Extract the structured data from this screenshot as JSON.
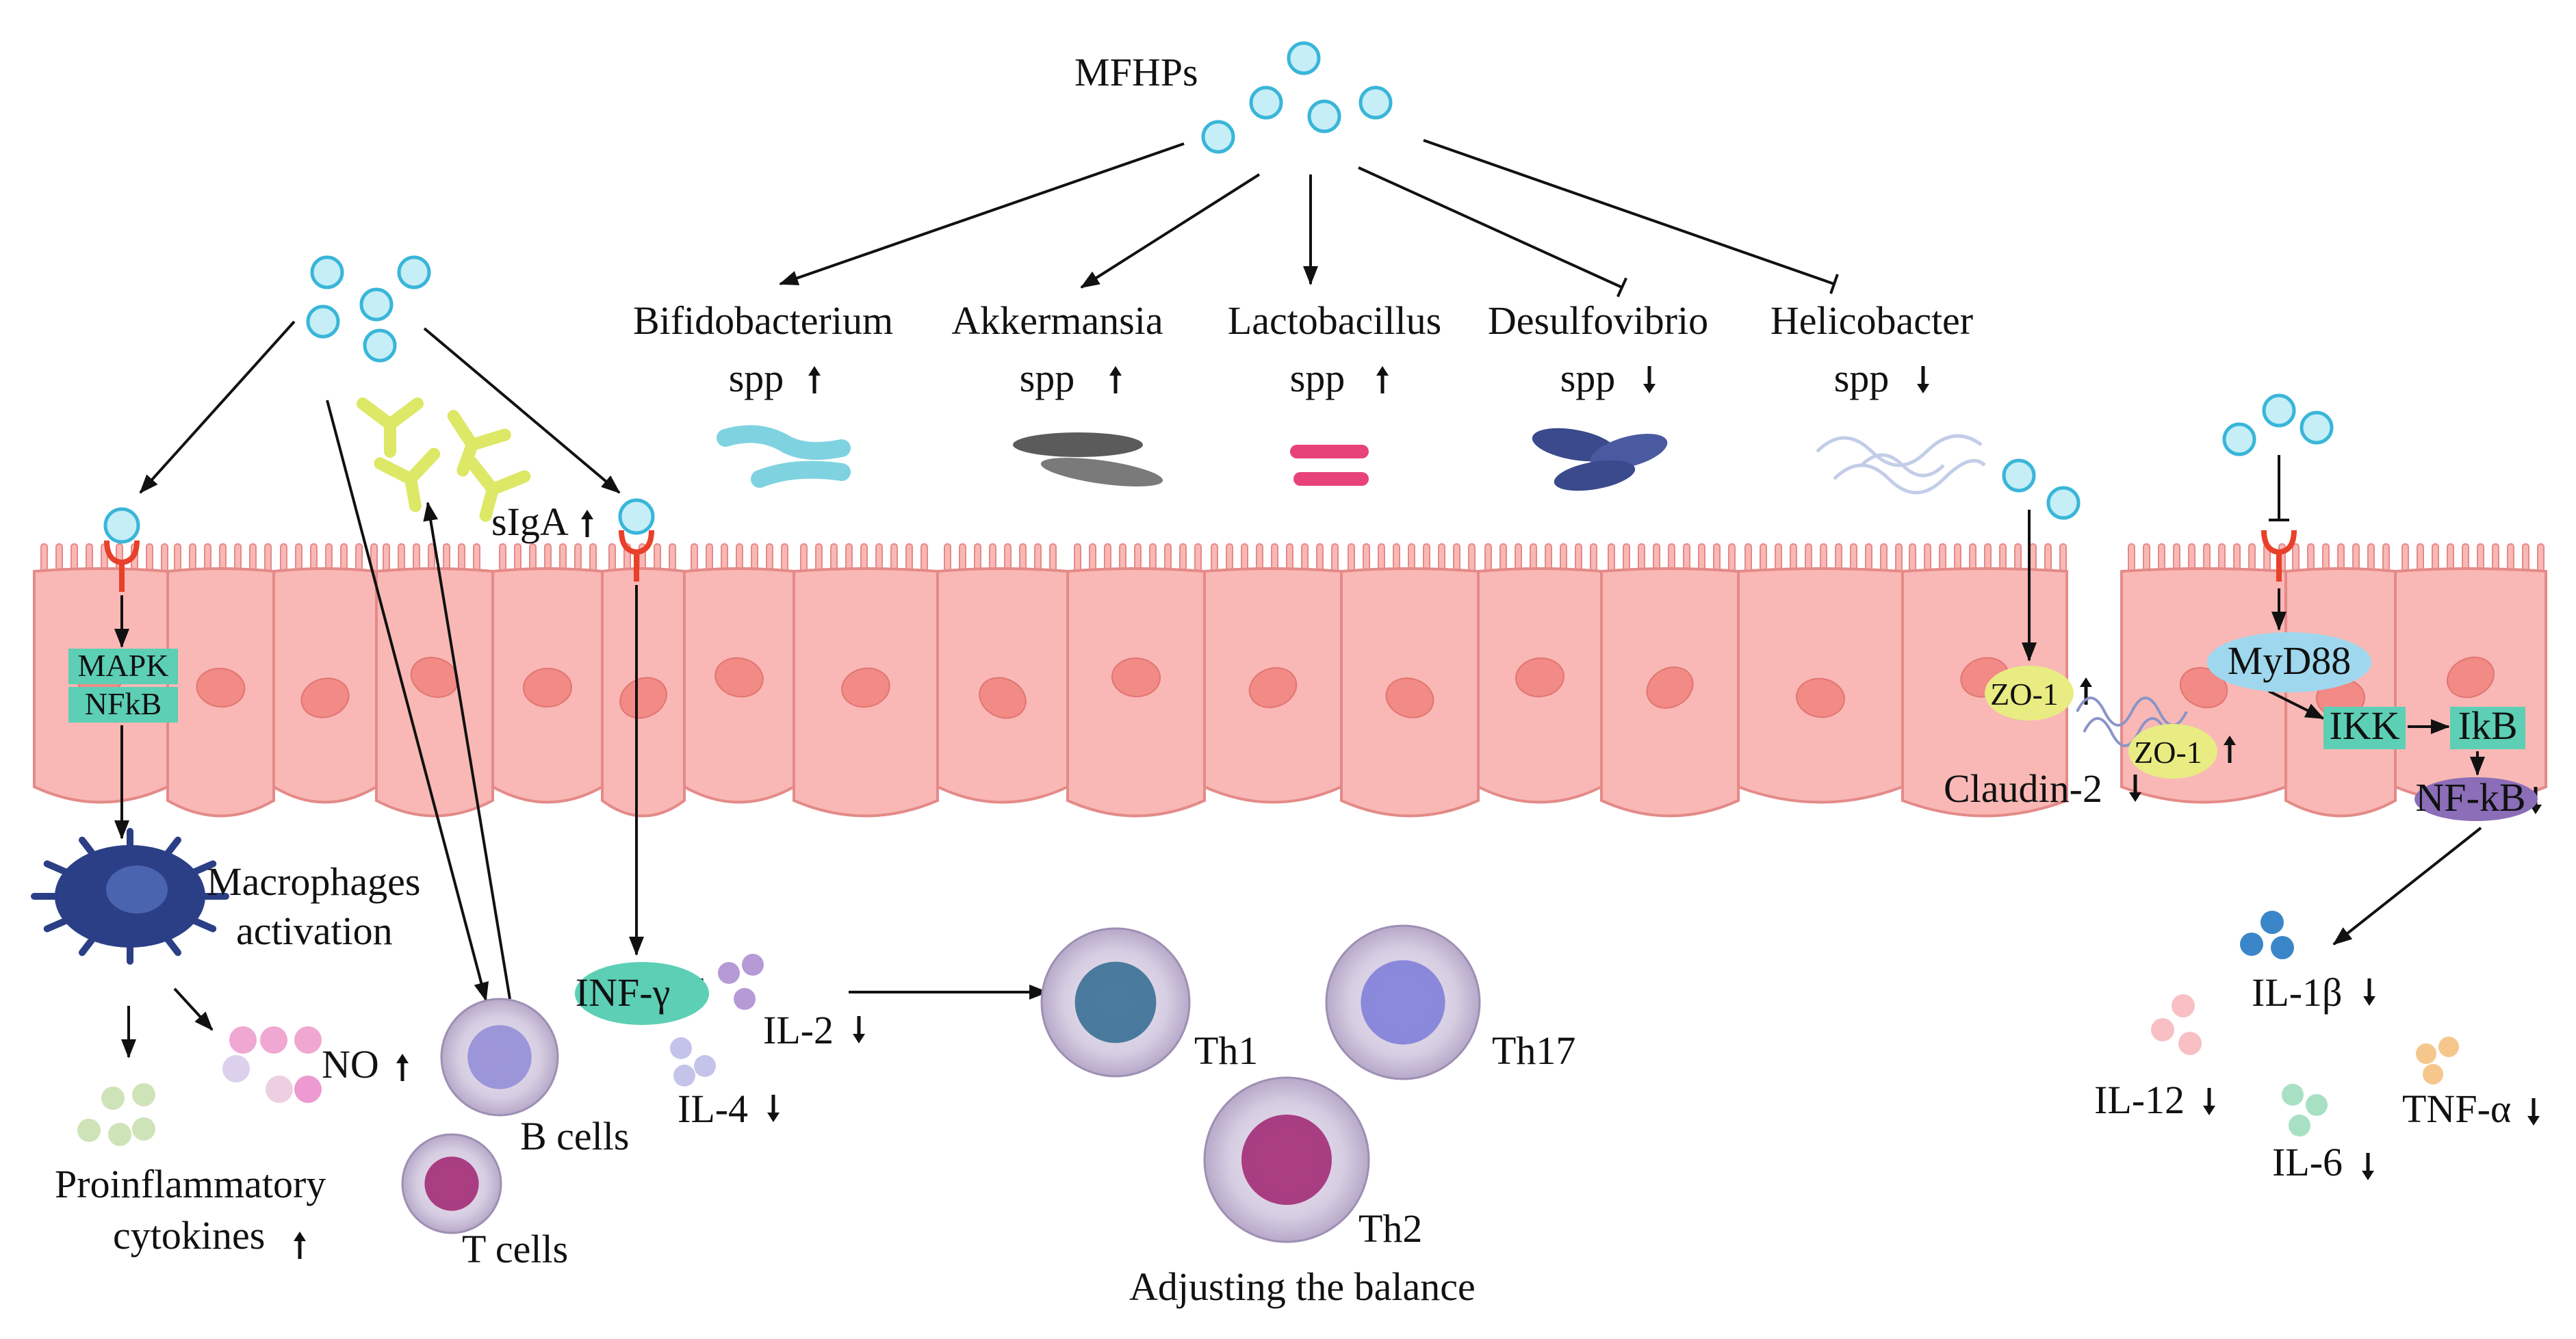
{
  "title": "MFHPs",
  "colors": {
    "cell_fill": "#f9b8b5",
    "cell_stroke": "#e48a88",
    "nucleus": "#f28a86",
    "particle_fill": "#c6eef7",
    "particle_stroke": "#39b6d9",
    "receptor": "#e8402a",
    "teal_box": "#5ccfb5",
    "ellipse_yellow": "#e8ec82",
    "ellipse_blue": "#9fd8ee",
    "nfkb_purple": "#8b6db8",
    "bifido": "#7fd3e0",
    "akk": "#6a6a6a",
    "lacto": "#e8427a",
    "desulfo": "#3a4a8c",
    "helico": "#c3cde8",
    "sIgA": "#dde867"
  },
  "bacteria": [
    {
      "name": "Bifidobacterium",
      "spp": "spp",
      "trend": "up"
    },
    {
      "name": "Akkermansia",
      "spp": "spp",
      "trend": "up"
    },
    {
      "name": "Lactobacillus",
      "spp": "spp",
      "trend": "up"
    },
    {
      "name": "Desulfovibrio",
      "spp": "spp",
      "trend": "down"
    },
    {
      "name": "Helicobacter",
      "spp": "spp",
      "trend": "down"
    }
  ],
  "left": {
    "mapk": "MAPK",
    "nfkb": "NFkB",
    "macrophage_line1": "Macrophages",
    "macrophage_line2": "activation",
    "no": "NO",
    "cytokines_line1": "Proinflammatory",
    "cytokines_line2": "cytokines",
    "b_cells": "B cells",
    "t_cells": "T cells",
    "siga": "sIgA"
  },
  "middle": {
    "infg": "INF-γ",
    "il2": "IL-2",
    "il4": "IL-4",
    "th1": "Th1",
    "th17": "Th17",
    "th2": "Th2",
    "balance": "Adjusting the balance"
  },
  "right": {
    "zo1_a": "ZO-1",
    "zo1_b": "ZO-1",
    "claudin": "Claudin-2",
    "myd88": "MyD88",
    "ikk": "IKK",
    "ikb": "IkB",
    "nfkb": "NF-kB",
    "il1b": "IL-1β",
    "il12": "IL-12",
    "il6": "IL-6",
    "tnfa": "TNF-α"
  }
}
